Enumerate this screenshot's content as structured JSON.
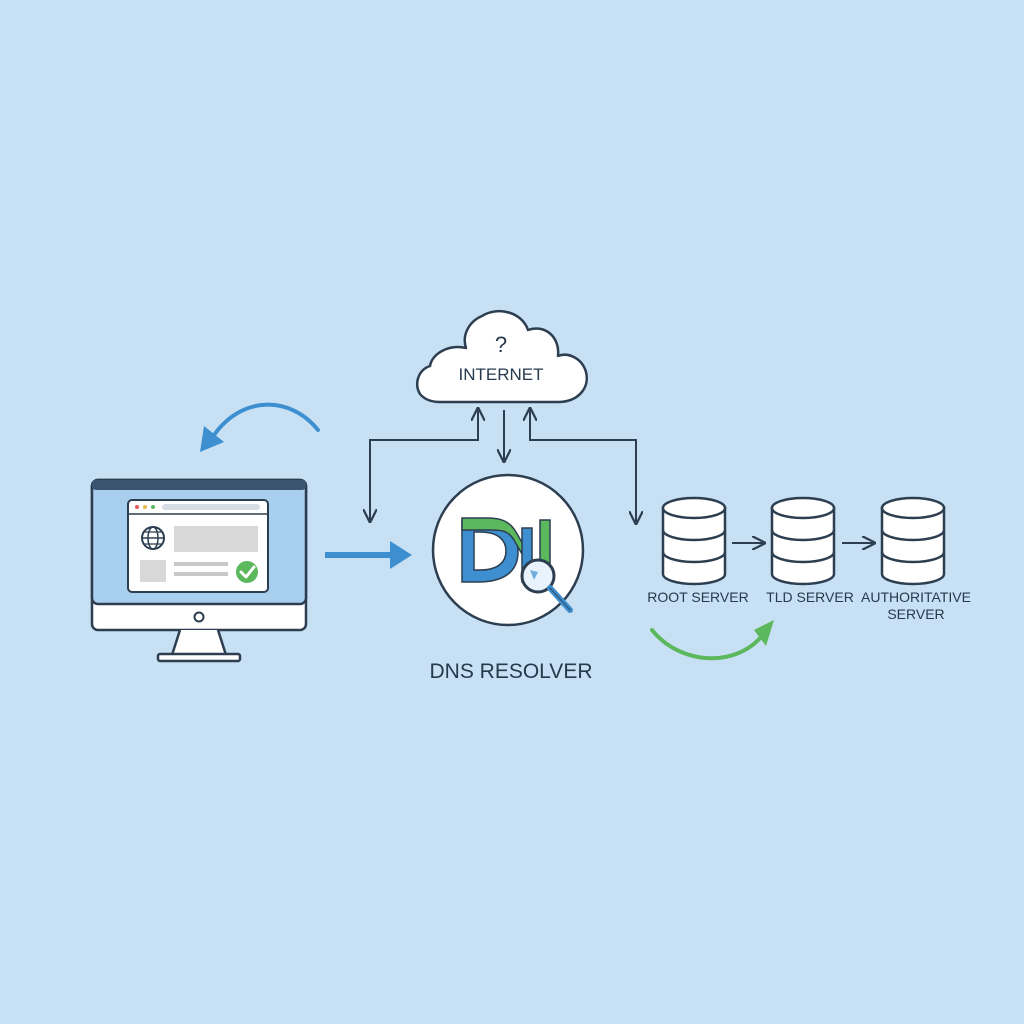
{
  "diagram": {
    "cloud": {
      "question": "?",
      "label": "INTERNET"
    },
    "resolver": {
      "label": "DNS RESOLVER",
      "logo_text": "DN"
    },
    "servers": [
      {
        "label_lines": [
          "ROOT SERVER"
        ]
      },
      {
        "label_lines": [
          "TLD SERVER"
        ]
      },
      {
        "label_lines": [
          "AUTHORITATIVE",
          "SERVER"
        ]
      }
    ]
  },
  "colors": {
    "background": "#c7e0f4",
    "stroke": "#2c3e50",
    "accent_blue": "#3d8fcf",
    "accent_green": "#5cb85c",
    "panel": "#a9cfee",
    "white": "#ffffff"
  },
  "icons": [
    "computer-icon",
    "globe-icon",
    "check-icon",
    "cloud-icon",
    "dns-logo-icon",
    "magnifier-icon",
    "database-icon"
  ]
}
